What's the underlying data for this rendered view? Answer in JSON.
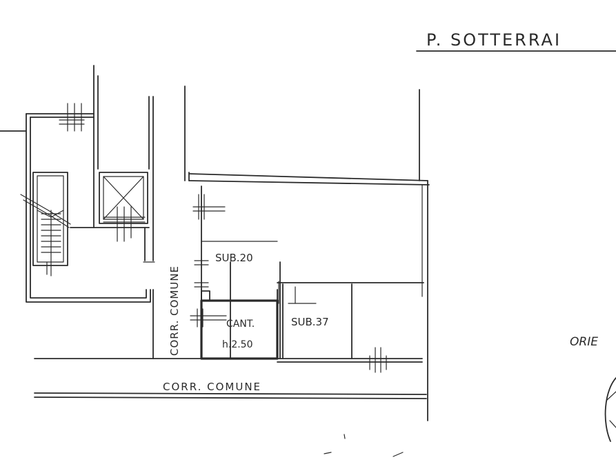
{
  "title": "P. SOTTERRAI",
  "rooms": {
    "sub20": "SUB.20",
    "cant": "CANT.",
    "cant_height": "h.2.50",
    "sub37": "SUB.37"
  },
  "corridors": {
    "vertical": "CORR. COMUNE",
    "horizontal": "CORR. COMUNE"
  },
  "orientation_label": "ORIE"
}
